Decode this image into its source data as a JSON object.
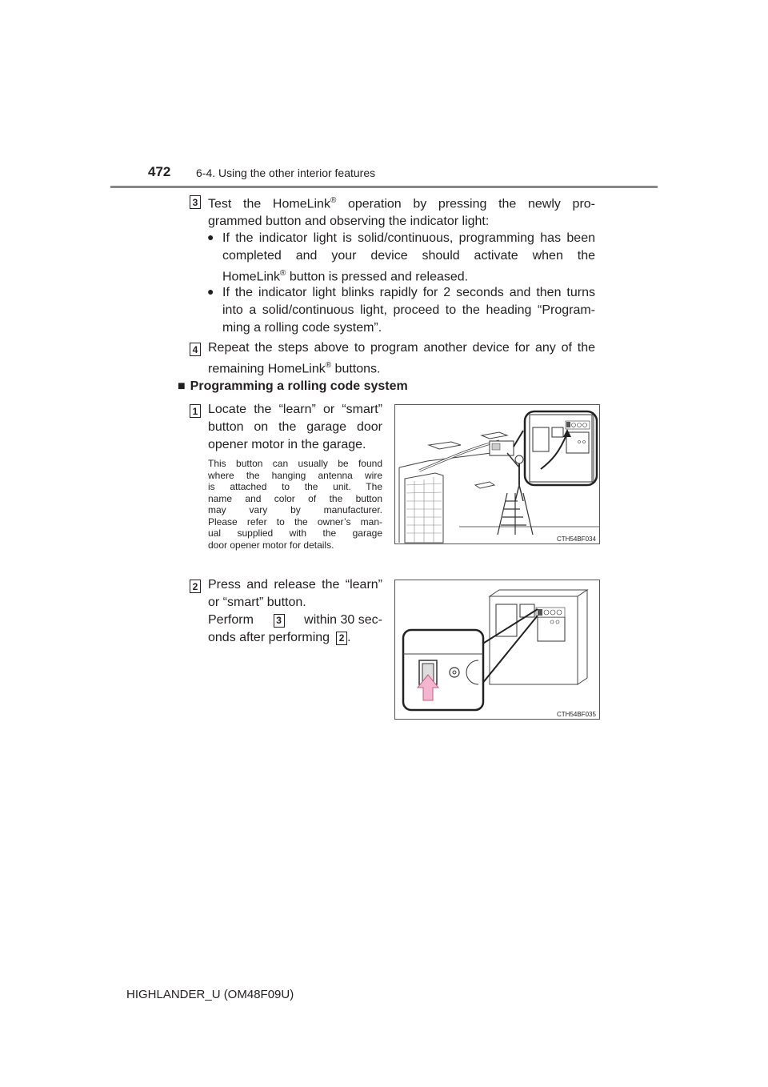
{
  "header": {
    "page_number": "472",
    "section": "6-4. Using the other interior features"
  },
  "step3": {
    "badge": "3",
    "line1": "Test the HomeLink",
    "line1_sup": "®",
    "line1_rest": " operation by pressing the newly pro-",
    "line2": "grammed button and observing the indicator light:",
    "bullet_symbol": "●",
    "bullet1_l1": "If the indicator light is solid/continuous, programming has been",
    "bullet1_l2": "completed and your device should activate when the",
    "bullet1_l3a": "HomeLink",
    "bullet1_l3_sup": "®",
    "bullet1_l3b": " button is pressed and released.",
    "bullet2_l1": "If the indicator light blinks rapidly for 2 seconds and then turns",
    "bullet2_l2": "into a solid/continuous light, proceed to the heading “Program-",
    "bullet2_l3": "ming a rolling code system”."
  },
  "step4": {
    "badge": "4",
    "line1": "Repeat the steps above to program another device for any of the",
    "line2a": "remaining HomeLink",
    "line2_sup": "®",
    "line2b": " buttons."
  },
  "section_heading": {
    "marker": "■",
    "text": "Programming a rolling code system"
  },
  "rc_step1": {
    "badge": "1",
    "l1": "Locate the “learn” or “smart”",
    "l2": "button on the garage door",
    "l3": "opener motor in the garage.",
    "note": [
      "This button can usually be found",
      "where the hanging antenna wire",
      "is attached to the unit. The",
      "name and color of the button",
      "may vary by manufacturer.",
      "Please refer to the owner’s man-",
      "ual supplied with the garage",
      "door opener motor for details."
    ],
    "figure_code": "CTH54BF034"
  },
  "rc_step2": {
    "badge": "2",
    "l1": "Press and release the “learn”",
    "l2": "or “smart” button.",
    "l3a": "Perform",
    "ref1": "3",
    "l3b": "within 30 sec-",
    "l4a": "onds after performing",
    "ref2": "2",
    "l4b": ".",
    "figure_code": "CTH54BF035"
  },
  "footer": "HIGHLANDER_U (OM48F09U)",
  "colors": {
    "arrow": "#f4b6cf",
    "rule": "#888888"
  }
}
